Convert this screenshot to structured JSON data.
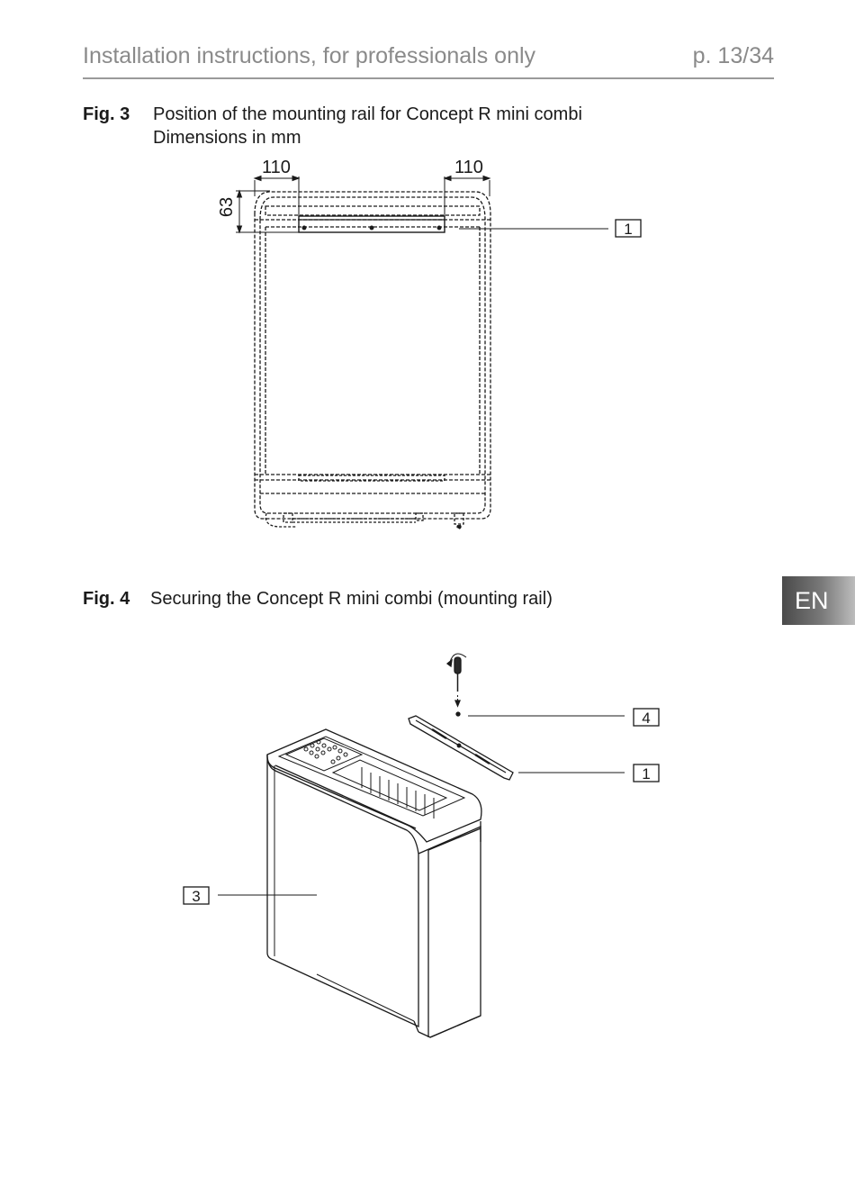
{
  "header": {
    "title": "Installation instructions, for professionals only",
    "page": "p. 13/34"
  },
  "fig3": {
    "label": "Fig. 3",
    "title": "Position of the mounting rail for Concept R mini combi",
    "subtitle": "Dimensions in mm",
    "dim_left": "110",
    "dim_right": "110",
    "dim_top": "63",
    "callout_1": "1"
  },
  "fig4": {
    "label": "Fig. 4",
    "title": "Securing the Concept R mini combi (mounting rail)",
    "callout_4": "4",
    "callout_1": "1",
    "callout_3": "3"
  },
  "lang_tab": "EN"
}
